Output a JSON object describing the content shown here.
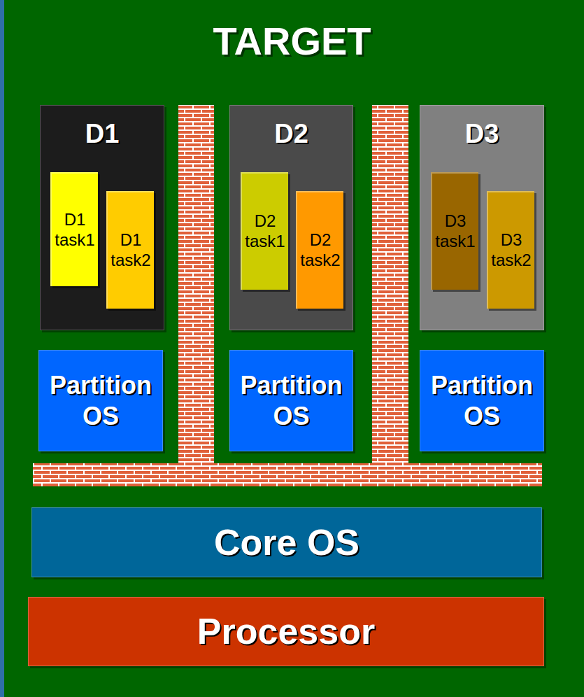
{
  "diagram": {
    "title": "TARGET",
    "nodes": [
      {
        "text": [
          "D1"
        ]
      },
      {
        "text": [
          "D1 task1"
        ],
        "in": 0
      },
      {
        "text": [
          "D1 task2"
        ],
        "in": 0
      },
      {
        "text": [
          "D2"
        ]
      },
      {
        "text": [
          "D2 task1"
        ],
        "in": 3
      },
      {
        "text": [
          "D2 task2"
        ],
        "in": 3
      },
      {
        "text": [
          "D3"
        ]
      },
      {
        "text": [
          "D3 task1"
        ],
        "in": 6
      },
      {
        "text": [
          "D3 task2"
        ],
        "in": 6
      },
      {
        "text": [
          "Partition OS"
        ]
      },
      {
        "text": [
          "Partition OS"
        ]
      },
      {
        "text": [
          "Partition OS"
        ]
      },
      {
        "text": [
          "Core OS"
        ]
      },
      {
        "text": [
          "Processor"
        ]
      }
    ]
  }
}
